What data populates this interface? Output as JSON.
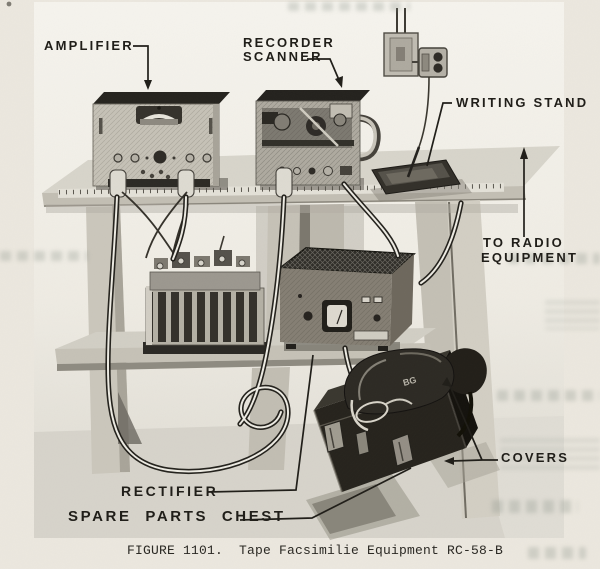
{
  "page": {
    "caption": "FIGURE 1101.  Tape Facsimilie Equipment RC-58-B"
  },
  "labels": {
    "amplifier": "AMPLIFIER",
    "recorder_scanner": {
      "line1": "RECORDER",
      "line2": "SCANNER"
    },
    "writing_stand": "WRITING STAND",
    "to_radio": {
      "line1": "TO RADIO",
      "line2": "EQUIPMENT"
    },
    "rectifier": "RECTIFIER",
    "spare_parts_chest": "SPARE PARTS CHEST",
    "covers": "COVERS"
  },
  "photo": {
    "bag_marking": "BG",
    "depicts": "Tape facsimile equipment RC-58-B set up on a wooden table: amplifier and recorder scanner on top shelf, rectifier and power unit on lower shelf, writing stand, wall outlet, spare parts chest with canvas covers"
  },
  "colors": {
    "page_bg": "#ece8df",
    "ink": "#201e19",
    "photo_light": "#f5f3ed",
    "photo_floor": "#d7d4cb",
    "equipment_dark": "#2a2722"
  }
}
